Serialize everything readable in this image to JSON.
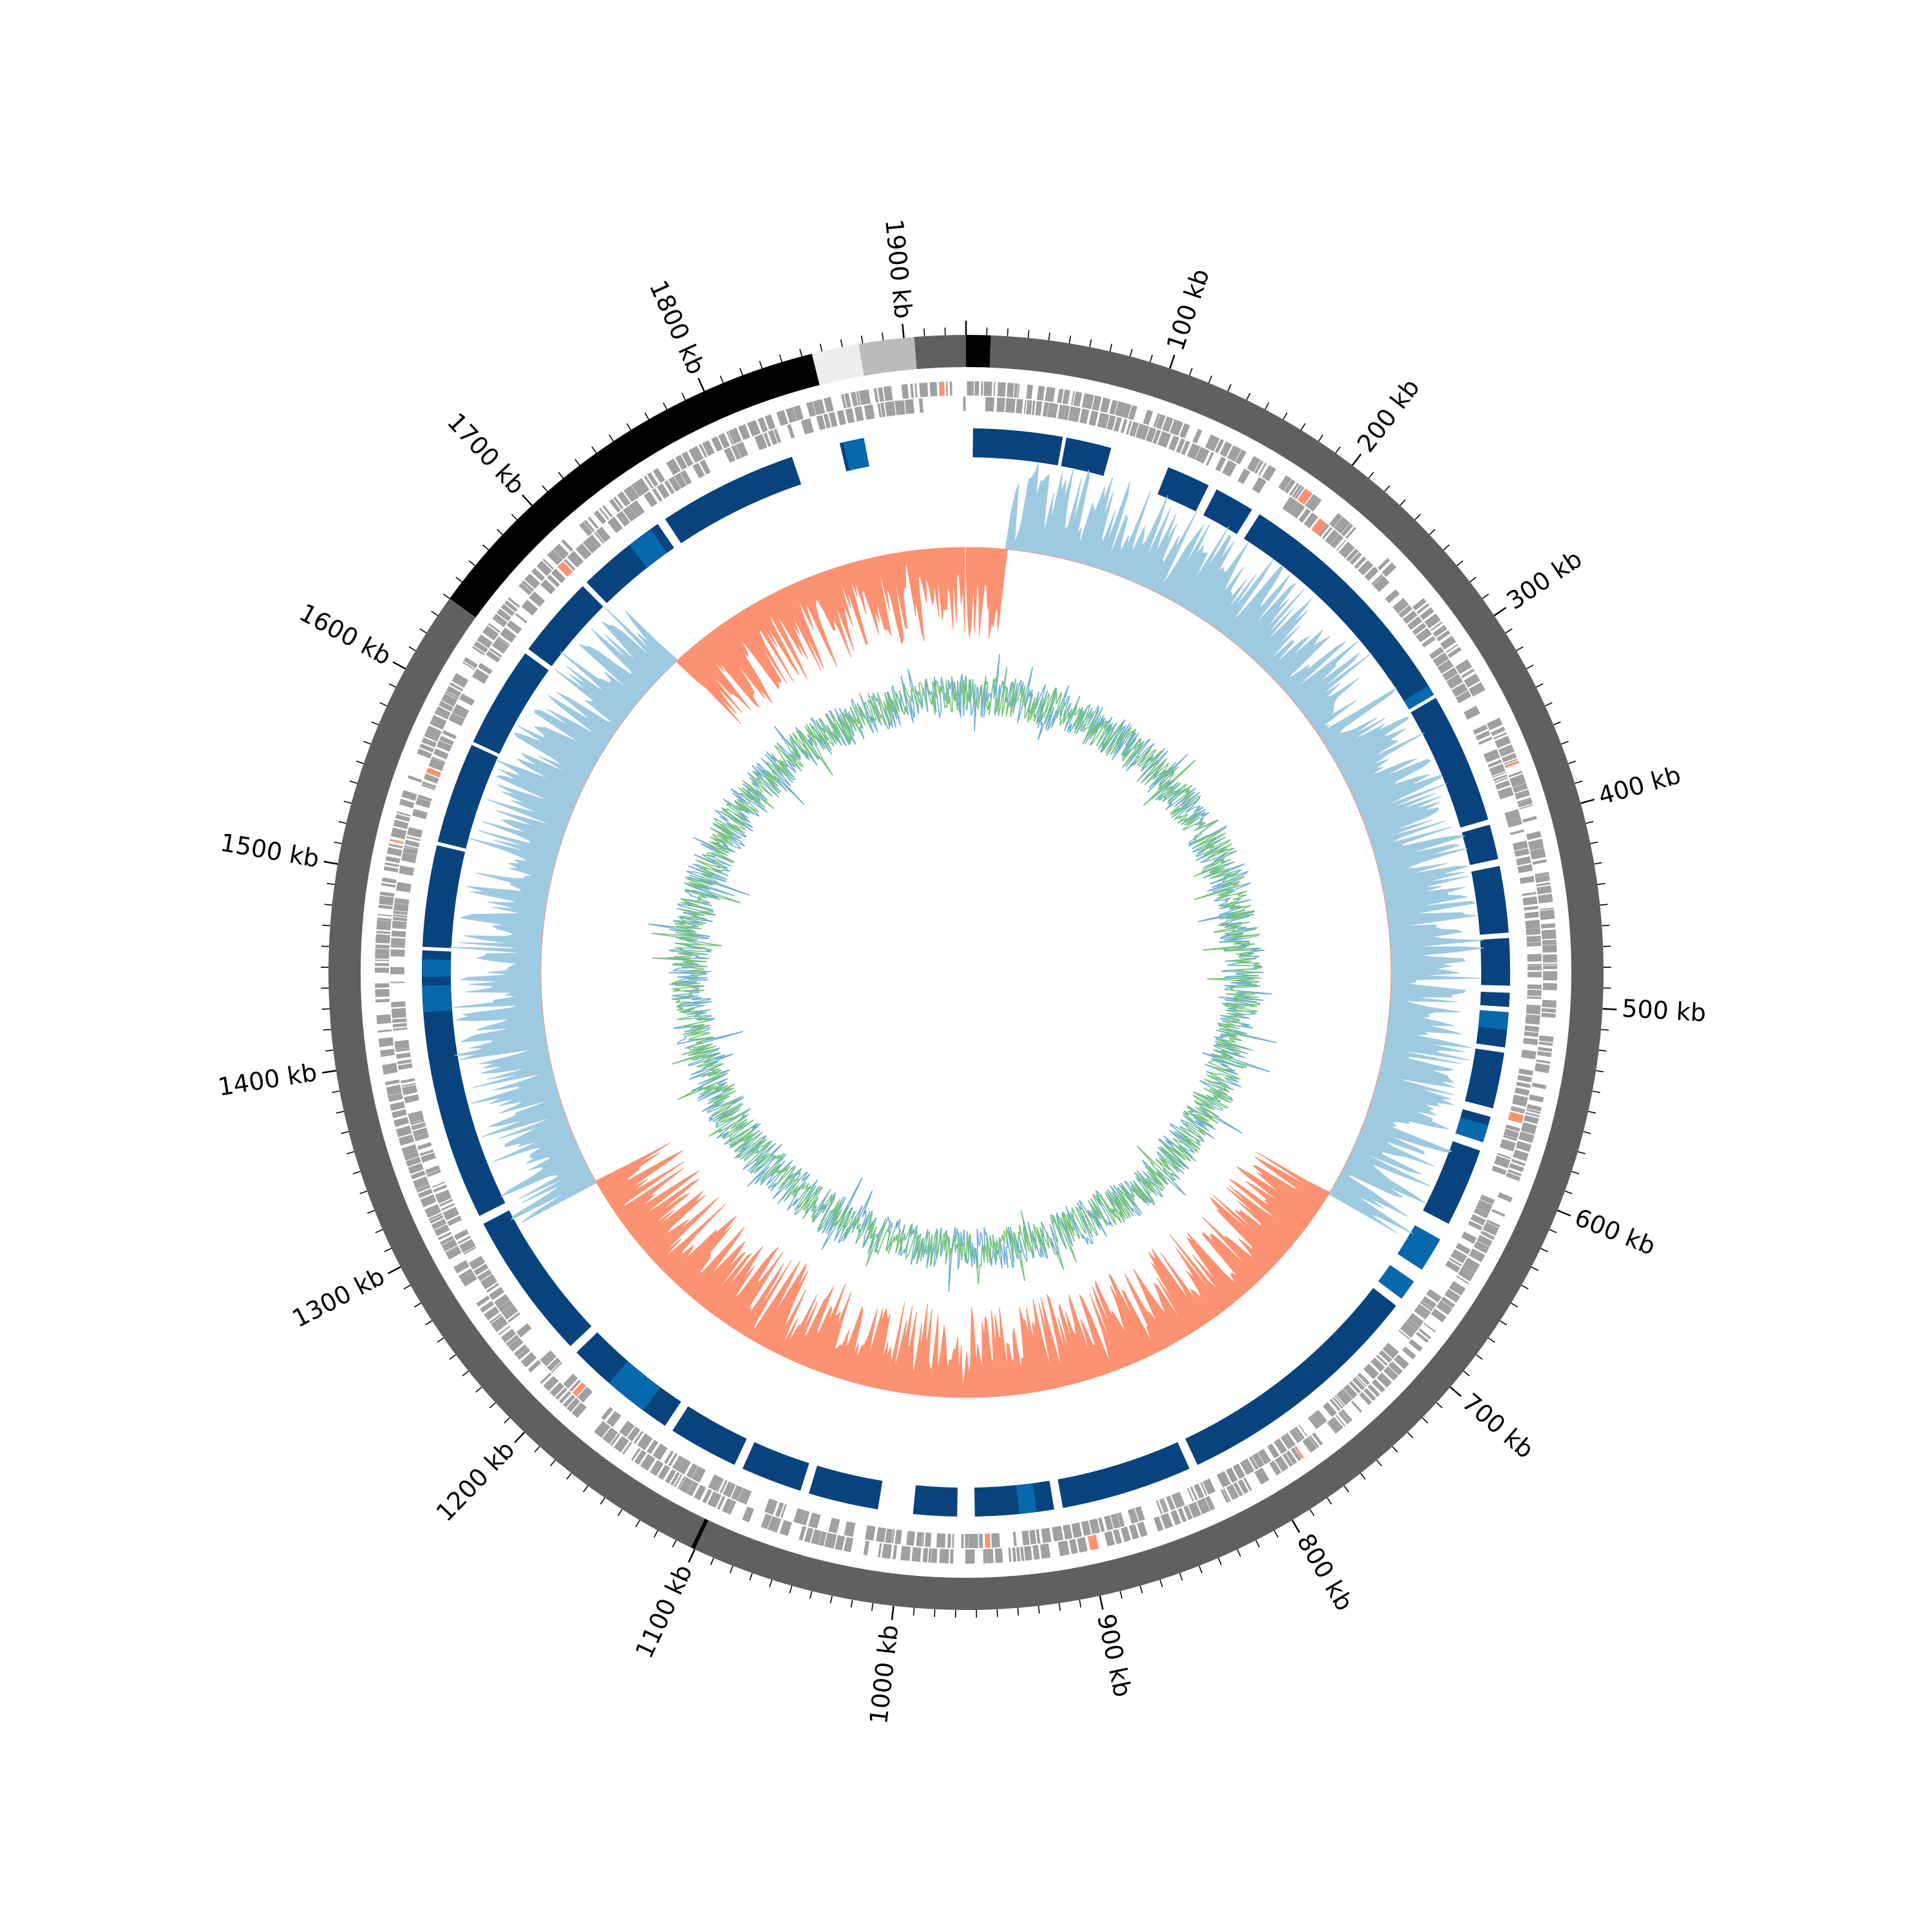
{
  "genome_length_kb": 1930,
  "axis": {
    "major_tick_step_kb": 100,
    "minor_tick_step_kb": 10,
    "tick_labels": [
      {
        "kb": 100,
        "label": "100 kb"
      },
      {
        "kb": 200,
        "label": "200 kb"
      },
      {
        "kb": 300,
        "label": "300 kb"
      },
      {
        "kb": 400,
        "label": "400 kb"
      },
      {
        "kb": 500,
        "label": "500 kb"
      },
      {
        "kb": 600,
        "label": "600 kb"
      },
      {
        "kb": 700,
        "label": "700 kb"
      },
      {
        "kb": 800,
        "label": "800 kb"
      },
      {
        "kb": 900,
        "label": "900 kb"
      },
      {
        "kb": 1000,
        "label": "1000 kb"
      },
      {
        "kb": 1100,
        "label": "1100 kb"
      },
      {
        "kb": 1200,
        "label": "1200 kb"
      },
      {
        "kb": 1300,
        "label": "1300 kb"
      },
      {
        "kb": 1400,
        "label": "1400 kb"
      },
      {
        "kb": 1500,
        "label": "1500 kb"
      },
      {
        "kb": 1600,
        "label": "1600 kb"
      },
      {
        "kb": 1700,
        "label": "1700 kb"
      },
      {
        "kb": 1800,
        "label": "1800 kb"
      },
      {
        "kb": 1900,
        "label": "1900 kb"
      }
    ]
  },
  "chart_data": {
    "type": "circular-genome-map",
    "contigs_kb": [
      {
        "start": 0,
        "end": 12,
        "color": "#000000"
      },
      {
        "start": 12,
        "end": 1100,
        "color": "#606060"
      },
      {
        "start": 1100,
        "end": 1102,
        "color": "#000000"
      },
      {
        "start": 1102,
        "end": 1640,
        "color": "#606060"
      },
      {
        "start": 1640,
        "end": 1855,
        "color": "#000000"
      },
      {
        "start": 1855,
        "end": 1878,
        "color": "#eeeeee"
      },
      {
        "start": 1878,
        "end": 1905,
        "color": "#bbbbbb"
      },
      {
        "start": 1905,
        "end": 1930,
        "color": "#606060"
      }
    ],
    "homology_blocks_kb": [
      [
        4,
        55
      ],
      [
        57,
        83
      ],
      [
        117,
        142
      ],
      [
        147,
        170
      ],
      [
        175,
        318
      ],
      [
        320,
        395
      ],
      [
        398,
        418
      ],
      [
        422,
        460
      ],
      [
        463,
        490
      ],
      [
        494,
        502
      ],
      [
        505,
        525
      ],
      [
        528,
        560
      ],
      [
        565,
        580
      ],
      [
        585,
        630
      ],
      [
        640,
        660
      ],
      [
        668,
        680
      ],
      [
        685,
        830
      ],
      [
        835,
        910
      ],
      [
        915,
        960
      ],
      [
        970,
        995
      ],
      [
        1015,
        1055
      ],
      [
        1060,
        1095
      ],
      [
        1100,
        1140
      ],
      [
        1145,
        1165
      ],
      [
        1170,
        1210
      ],
      [
        1215,
        1300
      ],
      [
        1305,
        1460
      ],
      [
        1462,
        1520
      ],
      [
        1522,
        1580
      ],
      [
        1582,
        1640
      ],
      [
        1643,
        1690
      ],
      [
        1693,
        1745
      ],
      [
        1750,
        1830
      ],
      [
        1858,
        1866
      ],
      [
        1868,
        1872
      ]
    ],
    "homology_highlight_kb": [
      [
        312,
        318
      ],
      [
        505,
        515
      ],
      [
        570,
        580
      ],
      [
        640,
        660
      ],
      [
        668,
        680
      ],
      [
        925,
        935
      ],
      [
        1160,
        1185
      ],
      [
        1425,
        1440
      ],
      [
        1445,
        1455
      ],
      [
        1725,
        1740
      ],
      [
        1860,
        1872
      ]
    ],
    "colors": {
      "gc_skew_positive": "#9ecae1",
      "gc_skew_negative": "#fc9272",
      "gc_content": "#74c476",
      "gc_content_alt": "#6baed6",
      "homology_block": "#08437e",
      "homology_highlight": "#0868ac",
      "gene": "#a0a0a0",
      "rna": "#fc9272"
    },
    "gc_skew_sign_switch_kb": [
      30,
      650,
      1290,
      1700
    ]
  }
}
